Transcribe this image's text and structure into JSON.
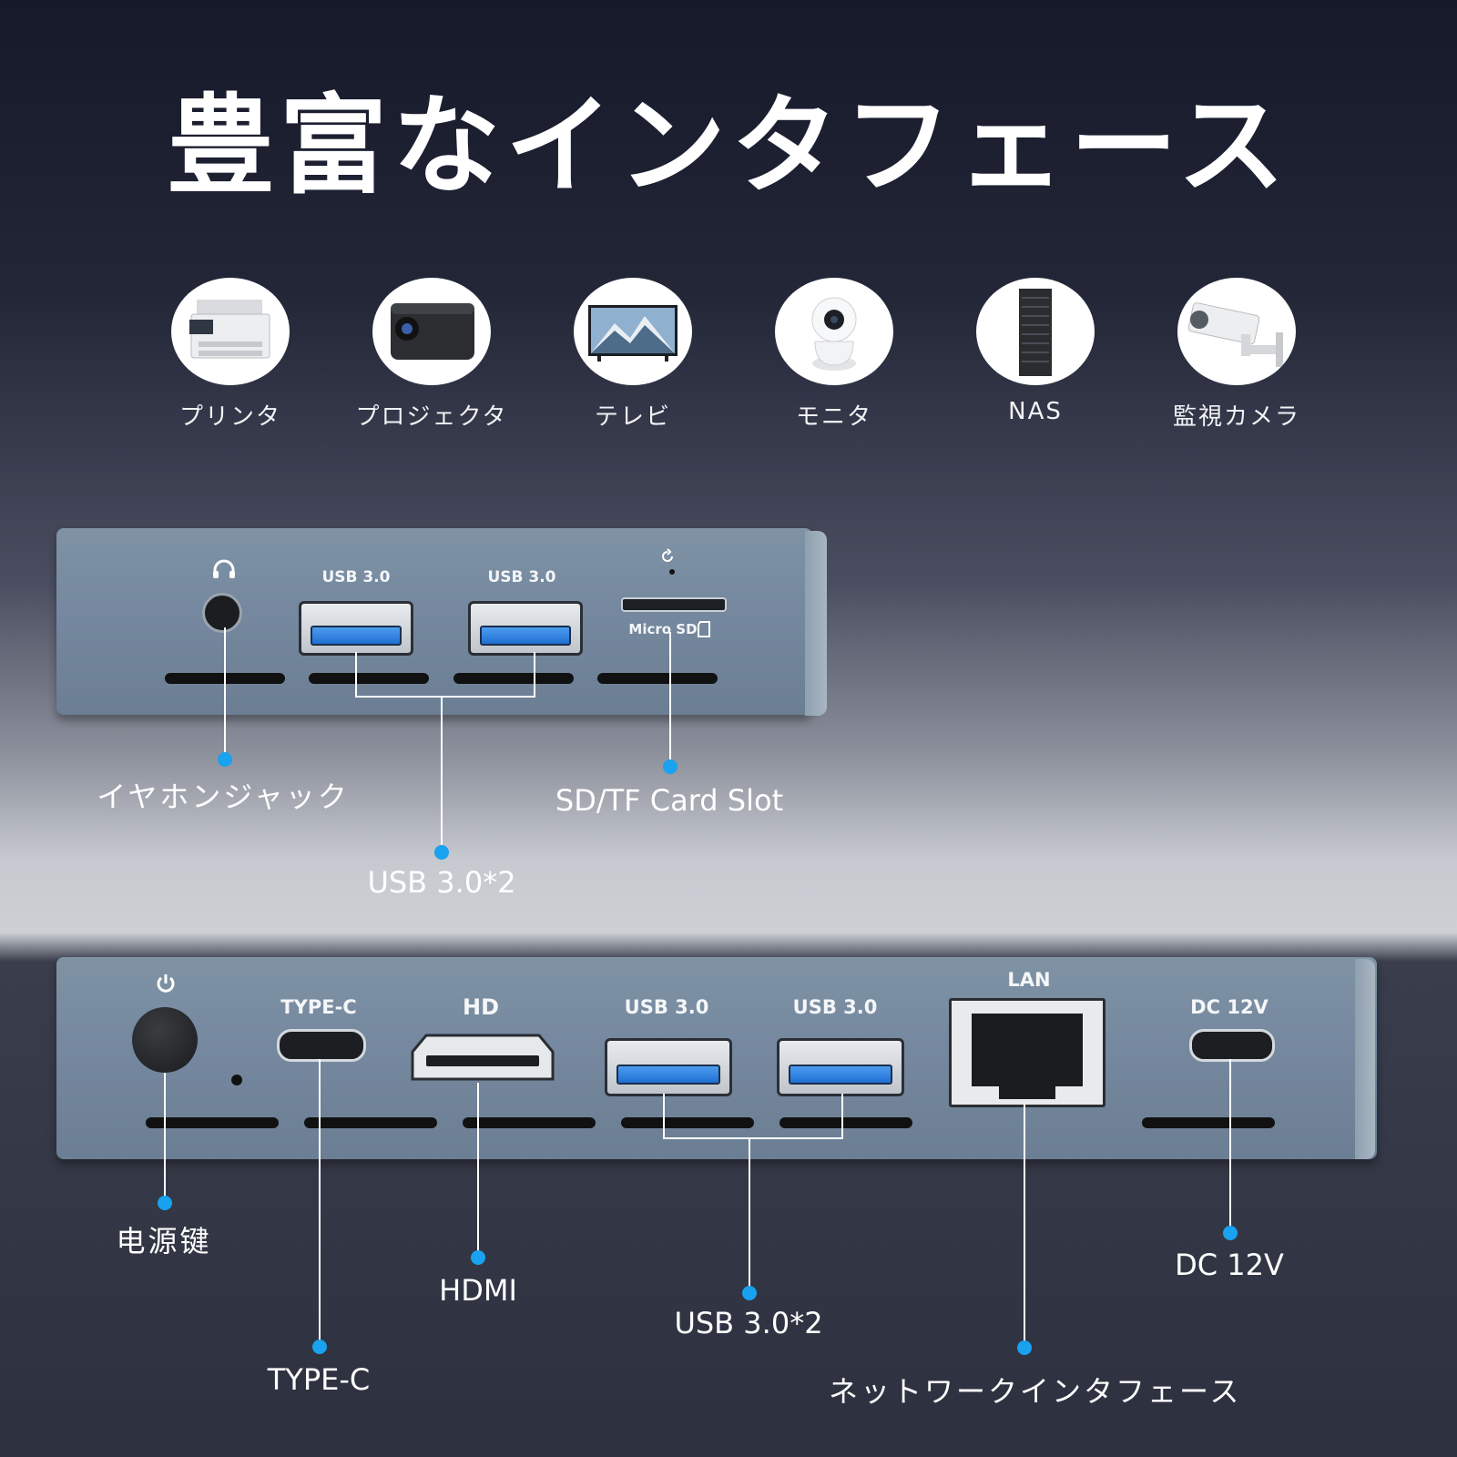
{
  "title": "豊富なインタフェース",
  "devices": [
    {
      "label": "プリンタ",
      "icon": "printer-icon"
    },
    {
      "label": "プロジェクタ",
      "icon": "projector-icon"
    },
    {
      "label": "テレビ",
      "icon": "tv-icon"
    },
    {
      "label": "モニタ",
      "icon": "camera-monitor-icon"
    },
    {
      "label": "NAS",
      "icon": "nas-server-icon"
    },
    {
      "label": "監視カメラ",
      "icon": "security-camera-icon"
    }
  ],
  "front_panel": {
    "usb1_label": "USB 3.0",
    "usb2_label": "USB 3.0",
    "microsd_label": "Micro SD",
    "callouts": {
      "earphone": "イヤホンジャック",
      "usb": "USB 3.0*2",
      "sd": "SD/TF Card Slot"
    }
  },
  "rear_panel": {
    "typec_label": "TYPE-C",
    "hd_label": "HD",
    "usb1_label": "USB 3.0",
    "usb2_label": "USB 3.0",
    "lan_label": "LAN",
    "dc_label": "DC 12V",
    "callouts": {
      "power": "电源键",
      "typec": "TYPE-C",
      "hdmi": "HDMI",
      "usb": "USB 3.0*2",
      "lan": "ネットワークインタフェース",
      "dc": "DC 12V"
    }
  },
  "colors": {
    "accent_dot": "#18a2ef",
    "usb_blue": "#2a7fe0"
  }
}
